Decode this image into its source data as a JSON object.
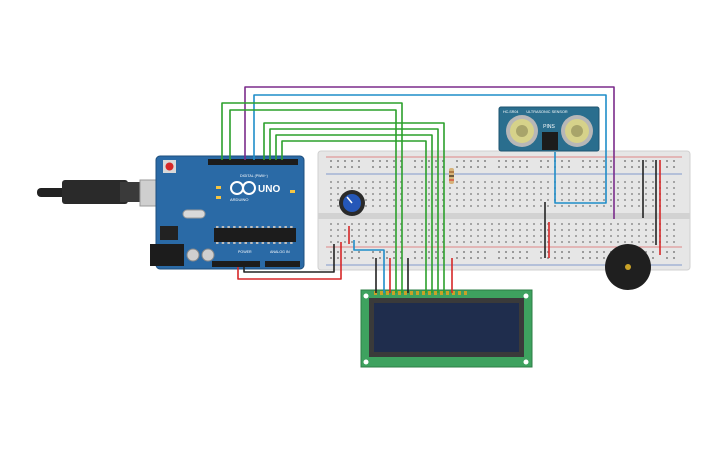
{
  "canvas": {
    "background": "#ffffff"
  },
  "arduino": {
    "board_name": "UNO",
    "brand": "ARDUINO",
    "digital_label": "DIGITAL (PWM~)",
    "power_label": "POWER",
    "analog_label": "ANALOG IN",
    "board_color": "#2a6aa6"
  },
  "usb_cable": {
    "color": "#222222"
  },
  "breadboard": {
    "color": "#e6e6e6"
  },
  "potentiometer": {
    "knob_color": "#2557b8"
  },
  "ultrasonic_sensor": {
    "model": "HC-SR04",
    "header_text": "ULTRASONIC SENSOR",
    "pin_labels": "PINS",
    "board_color": "#2a6e8e"
  },
  "lcd": {
    "board_color": "#3ea25f",
    "screen_color": "#1f2d4d"
  },
  "buzzer": {
    "color": "#1f1f1f"
  },
  "resistor": {
    "color": "#d6b37a"
  },
  "wire_colors": {
    "green": "#2ca02c",
    "purple": "#7b2c8b",
    "blue": "#1f8dc9",
    "red": "#d62728",
    "black": "#222222"
  }
}
